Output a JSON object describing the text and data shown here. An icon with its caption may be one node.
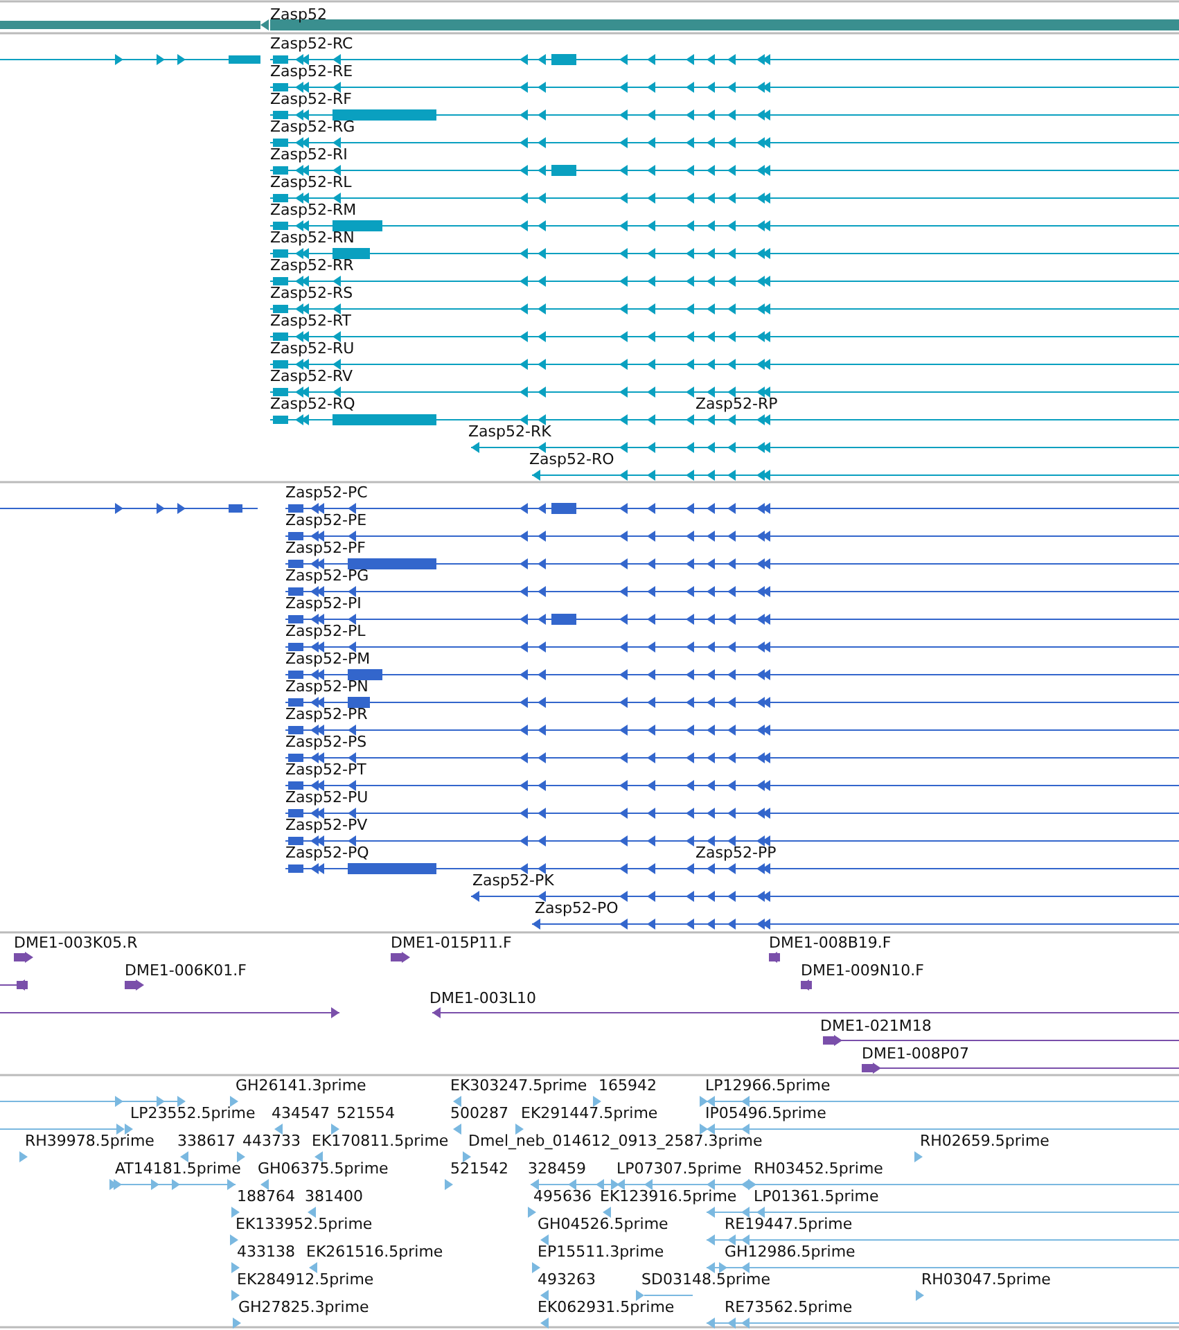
{
  "diagram": {
    "labels": [
      "Zasp52",
      "Zasp52-RC",
      "Zasp52-RE",
      "Zasp52-RF",
      "Zasp52-RG",
      "Zasp52-RI",
      "Zasp52-RL",
      "Zasp52-RM",
      "Zasp52-RN",
      "Zasp52-RR",
      "Zasp52-RS",
      "Zasp52-RT",
      "Zasp52-RU",
      "Zasp52-RV",
      "Zasp52-RQ",
      "Zasp52-RP",
      "Zasp52-RK",
      "Zasp52-RO",
      "Zasp52-PC",
      "Zasp52-PE",
      "Zasp52-PF",
      "Zasp52-PG",
      "Zasp52-PI",
      "Zasp52-PL",
      "Zasp52-PM",
      "Zasp52-PN",
      "Zasp52-PR",
      "Zasp52-PS",
      "Zasp52-PT",
      "Zasp52-PU",
      "Zasp52-PV",
      "Zasp52-PQ",
      "Zasp52-PP",
      "Zasp52-PK",
      "Zasp52-PO",
      "DME1-003K05.R",
      "DME1-015P11.F",
      "DME1-008B19.F",
      "DME1-006K01.F",
      "DME1-009N10.F",
      "DME1-003L10",
      "DME1-021M18",
      "DME1-008P07",
      "GH26141.3prime",
      "EK303247.5prime",
      "165942",
      "LP12966.5prime",
      "LP23552.5prime",
      "434547",
      "521554",
      "500287",
      "EK291447.5prime",
      "IP05496.5prime",
      "RH39978.5prime",
      "338617",
      "443733",
      "EK170811.5prime",
      "Dmel_neb_014612_0913_2587.3prime",
      "RH02659.5prime",
      "AT14181.5prime",
      "GH06375.5prime",
      "521542",
      "328459",
      "LP07307.5prime",
      "RH03452.5prime",
      "188764",
      "381400",
      "495636",
      "EK123916.5prime",
      "LP01361.5prime",
      "EK133952.5prime",
      "GH04526.5prime",
      "RE19447.5prime",
      "433138",
      "EK261516.5prime",
      "EP15511.3prime",
      "GH12986.5prime",
      "EK284912.5prime",
      "493263",
      "SD03148.5prime",
      "RH03047.5prime",
      "GH27825.3prime",
      "EK062931.5prime",
      "RE73562.5prime"
    ]
  }
}
